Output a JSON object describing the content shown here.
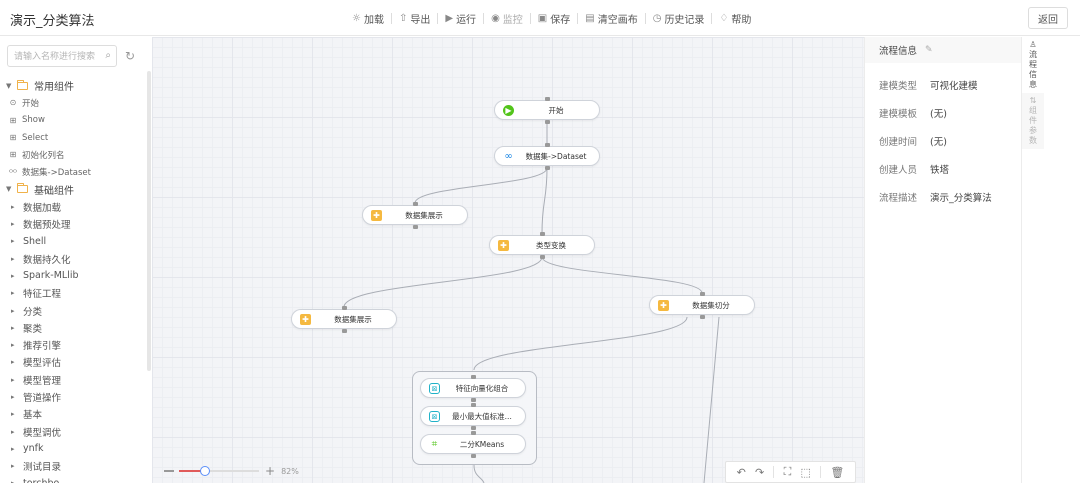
{
  "header": {
    "title": "演示_分类算法",
    "back_label": "返回",
    "toolbar": [
      {
        "icon": "loading-icon",
        "glyph": "☼",
        "label": "加载",
        "enabled": true
      },
      {
        "icon": "export-icon",
        "glyph": "⇧",
        "label": "导出",
        "enabled": true
      },
      {
        "icon": "run-icon",
        "glyph": "▶",
        "label": "运行",
        "enabled": true
      },
      {
        "icon": "monitor-icon",
        "glyph": "◉",
        "label": "监控",
        "enabled": false
      },
      {
        "icon": "save-icon",
        "glyph": "▣",
        "label": "保存",
        "enabled": true
      },
      {
        "icon": "clear-canvas-icon",
        "glyph": "▤",
        "label": "清空画布",
        "enabled": true
      },
      {
        "icon": "history-icon",
        "glyph": "◷",
        "label": "历史记录",
        "enabled": true
      },
      {
        "icon": "help-icon",
        "glyph": "♢",
        "label": "帮助",
        "enabled": true
      }
    ]
  },
  "sidebar": {
    "search_placeholder": "请输入名称进行搜索",
    "search_value": "",
    "groups": [
      {
        "label": "常用组件",
        "expanded": true,
        "items": [
          {
            "label": "开始",
            "icon": "play-circle-icon",
            "glyph": "⊙"
          },
          {
            "label": "Show",
            "icon": "plus-square-icon",
            "glyph": "⊞"
          },
          {
            "label": "Select",
            "icon": "plus-square-icon",
            "glyph": "⊞"
          },
          {
            "label": "初始化列名",
            "icon": "plus-square-icon",
            "glyph": "⊞"
          },
          {
            "label": "数据集->Dataset",
            "icon": "dataset-icon",
            "glyph": "ᴼᴼ"
          }
        ]
      },
      {
        "label": "基础组件",
        "expanded": true,
        "items": [
          {
            "label": "数据加载"
          },
          {
            "label": "数据预处理"
          },
          {
            "label": "Shell"
          },
          {
            "label": "数据持久化"
          },
          {
            "label": "Spark-MLlib"
          },
          {
            "label": "特征工程"
          },
          {
            "label": "分类"
          },
          {
            "label": "聚类"
          },
          {
            "label": "推荐引擎"
          },
          {
            "label": "模型评估"
          },
          {
            "label": "模型管理"
          },
          {
            "label": "管道操作"
          },
          {
            "label": "基本"
          },
          {
            "label": "模型调优"
          },
          {
            "label": "ynfk"
          },
          {
            "label": "测试目录"
          },
          {
            "label": "torchbo"
          }
        ]
      }
    ]
  },
  "canvas": {
    "zoom_percent": "82%",
    "zoom_level": 0.82,
    "nodes": [
      {
        "id": "start",
        "label": "开始",
        "icon": "start-icon",
        "glyph": "▶",
        "type": "start"
      },
      {
        "id": "dataset",
        "label": "数据集->Dataset",
        "icon": "dataset-icon",
        "glyph": "∞",
        "type": "ds"
      },
      {
        "id": "show1",
        "label": "数据集展示",
        "icon": "component-icon",
        "glyph": "✚",
        "type": "plus"
      },
      {
        "id": "convert",
        "label": "类型变换",
        "icon": "component-icon",
        "glyph": "✚",
        "type": "plus"
      },
      {
        "id": "show2",
        "label": "数据集展示",
        "icon": "component-icon",
        "glyph": "✚",
        "type": "plus"
      },
      {
        "id": "split",
        "label": "数据集切分",
        "icon": "component-icon",
        "glyph": "✚",
        "type": "plus"
      },
      {
        "id": "vec",
        "label": "特征向量化组合",
        "icon": "feature-icon",
        "glyph": "⊠",
        "type": "feat"
      },
      {
        "id": "minmax",
        "label": "最小最大值标准...",
        "icon": "feature-icon",
        "glyph": "⊠",
        "type": "feat"
      },
      {
        "id": "kmeans",
        "label": "二分KMeans",
        "icon": "kmeans-icon",
        "glyph": "⌗",
        "type": "km"
      }
    ],
    "tools": [
      {
        "icon": "undo-icon",
        "glyph": "↶"
      },
      {
        "icon": "redo-icon",
        "glyph": "↷"
      },
      {
        "icon": "fit-view-icon",
        "glyph": "⛶"
      },
      {
        "icon": "select-area-icon",
        "glyph": "⬚"
      },
      {
        "icon": "delete-icon",
        "glyph": "🗑"
      }
    ]
  },
  "info_panel": {
    "title": "流程信息",
    "rows": [
      {
        "key": "建模类型",
        "value": "可视化建模"
      },
      {
        "key": "建模模板",
        "value": "(无)"
      },
      {
        "key": "创建时间",
        "value": "(无)"
      },
      {
        "key": "创建人员",
        "value": "铁塔"
      },
      {
        "key": "流程描述",
        "value": "演示_分类算法"
      }
    ]
  },
  "side_tabs": [
    {
      "label": "流程信息",
      "icon": "flow-icon",
      "glyph": "♙",
      "active": true
    },
    {
      "label": "组件参数",
      "icon": "params-icon",
      "glyph": "⇅",
      "active": false
    }
  ]
}
